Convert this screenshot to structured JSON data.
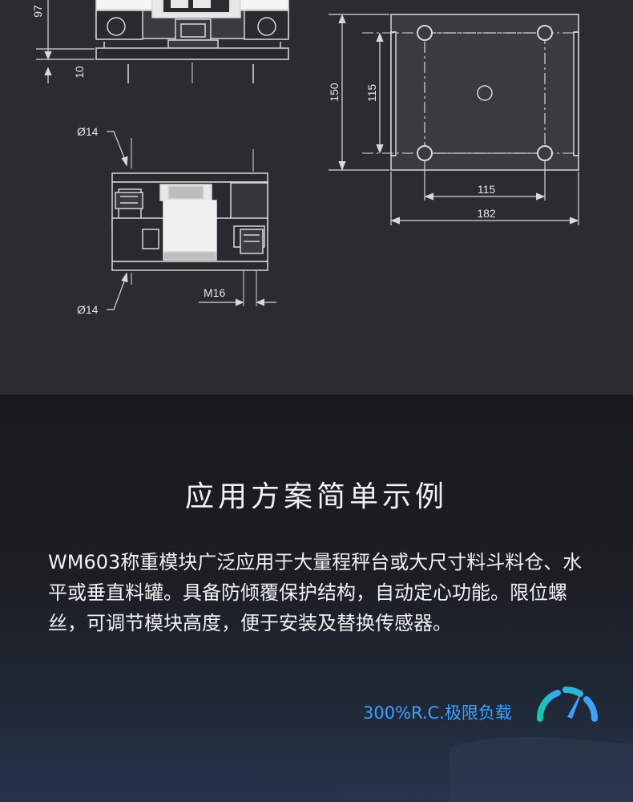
{
  "diagram": {
    "dims": {
      "height_97": "97",
      "height_10": "10",
      "plate_150": "150",
      "hole_115_v": "115",
      "hole_115_h": "115",
      "plate_182": "182",
      "bolt_m16": "M16",
      "hole_d14_top": "Ø14",
      "hole_d14_bottom": "Ø14"
    }
  },
  "section": {
    "title": "应用方案简单示例",
    "description": "WM603称重模块广泛应用于大量程秤台或大尺寸料斗料仓、水平或垂直料罐。具备防倾覆保护结构，自动定心功能。限位螺丝，可调节模块高度，便于安装及替换传感器。",
    "badge": "300%R.C.极限负载"
  },
  "colors": {
    "top_bg": "#2c2c30",
    "bottom_bg": "#1c1d21",
    "accent": "#3fa0ff",
    "gauge_gradient_start": "#16c9a8",
    "gauge_gradient_end": "#3fa0ff"
  },
  "icons": {
    "gauge": "speedometer-gauge-icon"
  }
}
